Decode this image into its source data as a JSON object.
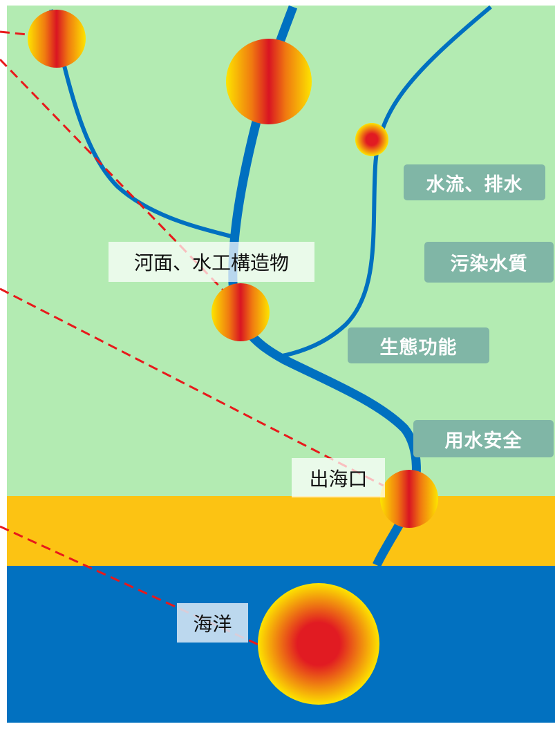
{
  "labels": {
    "river_surface": "河面、水工構造物",
    "estuary": "出海口",
    "ocean": "海洋"
  },
  "categories": {
    "flow_drainage": "水流、排水",
    "pollution": "污染水質",
    "ecology": "生態功能",
    "water_safety": "用水安全"
  },
  "colors": {
    "land": "#b3ebb2",
    "beach": "#fcc313",
    "sea": "#0271c0",
    "river": "#0070c0",
    "dashed_line": "#e8191b",
    "hotspot_core": "#e11b22",
    "hotspot_edge": "#fde400",
    "category_box": "#80b6a6"
  }
}
